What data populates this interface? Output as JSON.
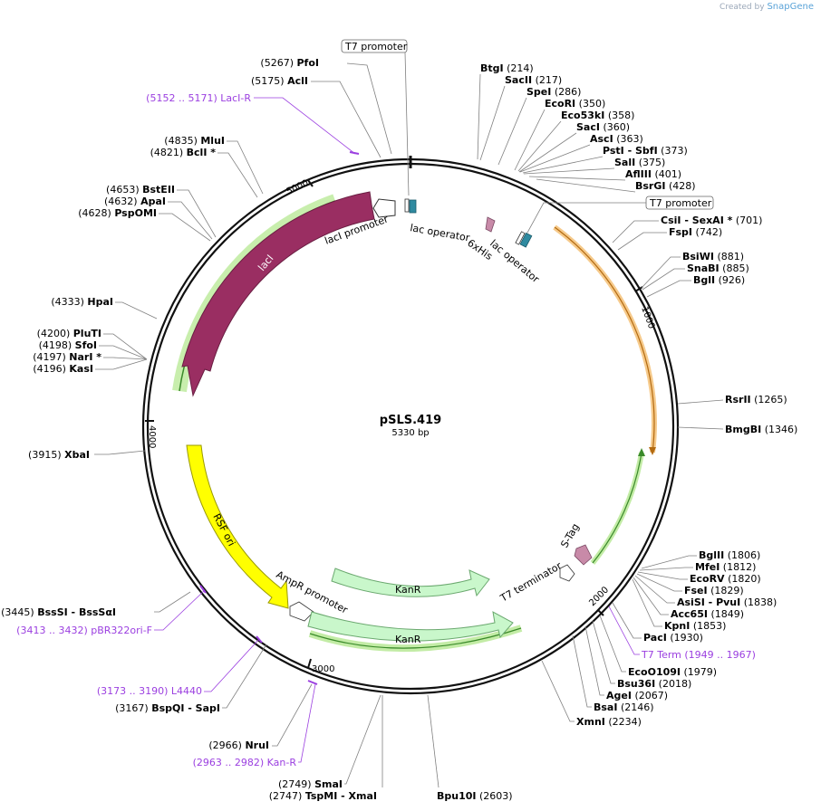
{
  "credit": {
    "prefix": "Created by",
    "brand": "SnapGene"
  },
  "plasmid": {
    "name": "pSLS.419",
    "length_label": "5330 bp",
    "length": 5330
  },
  "ticks": [
    "1000",
    "2000",
    "3000",
    "4000",
    "5000"
  ],
  "features": {
    "lacI": "lacI",
    "lacI_promoter": "lacI promoter",
    "lac_operator_1": "lac operator",
    "his": "6xHis",
    "lac_operator_2": "lac operator",
    "t7_promoter_top": "T7 promoter",
    "t7_promoter_right": "T7 promoter",
    "rsf_ori": "RSF ori",
    "ampr_promoter": "AmpR promoter",
    "kanr_1": "KanR",
    "kanr_2": "KanR",
    "t7_terminator": "T7 terminator",
    "stag": "S-Tag"
  },
  "colors": {
    "backbone": "#111111",
    "lacI": "#9a2e62",
    "rsf_ori": "#ffff00",
    "kanr": "#c9f7cb",
    "highlight_green": "#9be06a",
    "highlight_orange": "#f0a63d",
    "primer": "#9b3fe0",
    "operator": "#2f8aa0",
    "stag": "#c88aa8"
  },
  "sites": [
    {
      "pos": "(5267)",
      "name": "PfoI"
    },
    {
      "pos": "(5175)",
      "name": "AclI"
    },
    {
      "pos": "(4835)",
      "name": "MluI"
    },
    {
      "pos": "(4821)",
      "name": "BclI *"
    },
    {
      "pos": "(4653)",
      "name": "BstEII"
    },
    {
      "pos": "(4632)",
      "name": "ApaI"
    },
    {
      "pos": "(4628)",
      "name": "PspOMI"
    },
    {
      "pos": "(4333)",
      "name": "HpaI"
    },
    {
      "pos": "(4200)",
      "name": "PluTI"
    },
    {
      "pos": "(4198)",
      "name": "SfoI"
    },
    {
      "pos": "(4197)",
      "name": "NarI *"
    },
    {
      "pos": "(4196)",
      "name": "KasI"
    },
    {
      "pos": "(3915)",
      "name": "XbaI"
    },
    {
      "pos": "(3445)",
      "name": "BssSI - BssSαI"
    },
    {
      "pos": "(3167)",
      "name": "BspQI - SapI"
    },
    {
      "pos": "(2966)",
      "name": "NruI"
    },
    {
      "pos": "(2749)",
      "name": "SmaI"
    },
    {
      "pos": "(2747)",
      "name": "TspMI - XmaI"
    },
    {
      "pos": "(2603)",
      "name": "Bpu10I"
    },
    {
      "pos": "(214)",
      "name": "BtgI"
    },
    {
      "pos": "(217)",
      "name": "SacII"
    },
    {
      "pos": "(286)",
      "name": "SpeI"
    },
    {
      "pos": "(350)",
      "name": "EcoRI"
    },
    {
      "pos": "(358)",
      "name": "Eco53kI"
    },
    {
      "pos": "(360)",
      "name": "SacI"
    },
    {
      "pos": "(363)",
      "name": "AscI"
    },
    {
      "pos": "(373)",
      "name": "PstI - SbfI"
    },
    {
      "pos": "(375)",
      "name": "SalI"
    },
    {
      "pos": "(401)",
      "name": "AflIII"
    },
    {
      "pos": "(428)",
      "name": "BsrGI"
    },
    {
      "pos": "(701)",
      "name": "CsiI - SexAI *"
    },
    {
      "pos": "(742)",
      "name": "FspI"
    },
    {
      "pos": "(881)",
      "name": "BsiWI"
    },
    {
      "pos": "(885)",
      "name": "SnaBI"
    },
    {
      "pos": "(926)",
      "name": "BglI"
    },
    {
      "pos": "(1265)",
      "name": "RsrII"
    },
    {
      "pos": "(1346)",
      "name": "BmgBI"
    },
    {
      "pos": "(1806)",
      "name": "BglII"
    },
    {
      "pos": "(1812)",
      "name": "MfeI"
    },
    {
      "pos": "(1820)",
      "name": "EcoRV"
    },
    {
      "pos": "(1829)",
      "name": "FseI"
    },
    {
      "pos": "(1838)",
      "name": "AsiSI - PvuI"
    },
    {
      "pos": "(1849)",
      "name": "Acc65I"
    },
    {
      "pos": "(1853)",
      "name": "KpnI"
    },
    {
      "pos": "(1930)",
      "name": "PacI"
    },
    {
      "pos": "(1979)",
      "name": "EcoO109I"
    },
    {
      "pos": "(2018)",
      "name": "Bsu36I"
    },
    {
      "pos": "(2067)",
      "name": "AgeI"
    },
    {
      "pos": "(2146)",
      "name": "BsaI"
    },
    {
      "pos": "(2234)",
      "name": "XmnI"
    }
  ],
  "primers": {
    "lacI_R": "(5152 .. 5171)  LacI-R",
    "pBR322ori_F": "(3413 .. 3432)  pBR322ori-F",
    "L4440": "(3173 .. 3190)  L4440",
    "kan_R": "(2963 .. 2982)  Kan-R",
    "t7_term": "T7 Term    (1949 .. 1967)"
  }
}
